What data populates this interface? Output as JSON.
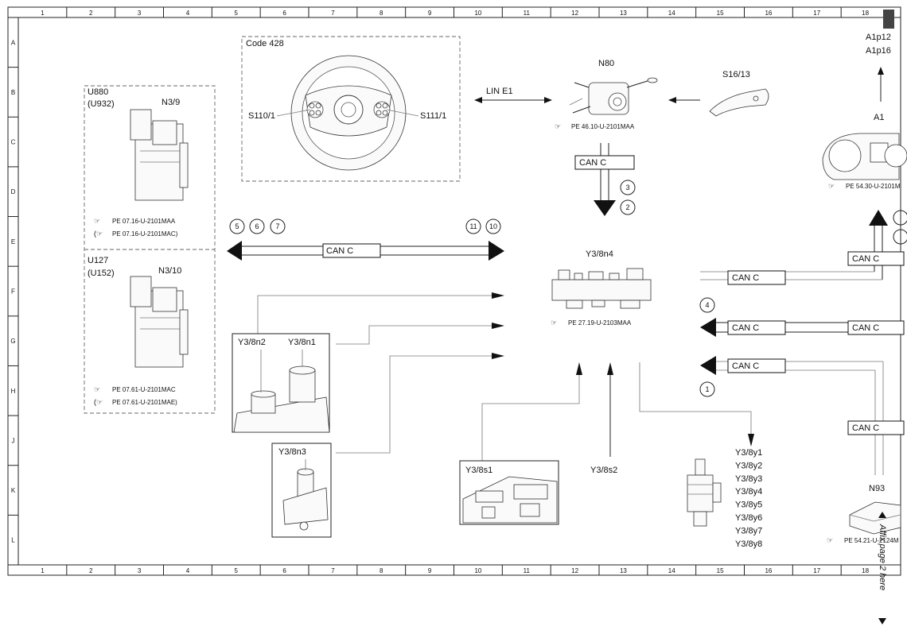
{
  "grid": {
    "columns": [
      "1",
      "2",
      "3",
      "4",
      "5",
      "6",
      "7",
      "8",
      "9",
      "10",
      "11",
      "12",
      "13",
      "14",
      "15",
      "16",
      "17",
      "18"
    ],
    "rows": [
      "A",
      "B",
      "C",
      "D",
      "E",
      "F",
      "G",
      "H",
      "J",
      "K",
      "L"
    ]
  },
  "components": {
    "code_428": "Code 428",
    "u880": "U880",
    "u932": "(U932)",
    "n3_9": "N3/9",
    "u127": "U127",
    "u152": "(U152)",
    "n3_10": "N3/10",
    "s110_1": "S110/1",
    "s111_1": "S111/1",
    "lin_e1": "LIN E1",
    "n80": "N80",
    "s16_13": "S16/13",
    "a1p12": "A1p12",
    "a1p16": "A1p16",
    "a1": "A1",
    "y3_8n4": "Y3/8n4",
    "y3_8n2": "Y3/8n2",
    "y3_8n1": "Y3/8n1",
    "y3_8n3": "Y3/8n3",
    "y3_8s1": "Y3/8s1",
    "y3_8s2": "Y3/8s2",
    "n93": "N93",
    "y3_8y": [
      "Y3/8y1",
      "Y3/8y2",
      "Y3/8y3",
      "Y3/8y4",
      "Y3/8y5",
      "Y3/8y6",
      "Y3/8y7",
      "Y3/8y8"
    ]
  },
  "refs": {
    "pe_07_16_a": "PE 07.16-U-2101MAA",
    "pe_07_16_b": "PE 07.16-U-2101MAC)",
    "pe_07_61_a": "PE 07.61-U-2101MAC",
    "pe_07_61_b": "PE 07.61-U-2101MAE)",
    "pe_46_10": "PE 46.10-U-2101MAA",
    "pe_54_30": "PE 54.30-U-2101M",
    "pe_27_19": "PE 27.19-U-2103MAA",
    "pe_54_21": "PE 54.21-U-2124M"
  },
  "bus_labels": {
    "can_c": "CAN C"
  },
  "callouts": [
    "1",
    "2",
    "3",
    "4",
    "5",
    "6",
    "7",
    "10",
    "11"
  ],
  "side_note": "Affix page 2 here",
  "colors": {
    "line": "#222222",
    "background": "#ffffff",
    "sketch": "#333333"
  }
}
